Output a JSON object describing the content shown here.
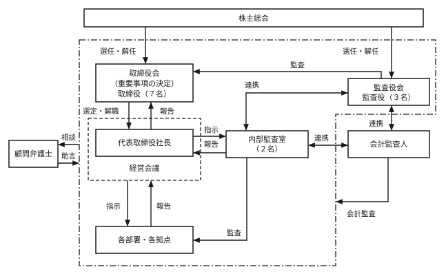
{
  "nodes": {
    "shareholders": "株主総会",
    "board": [
      "取締役会",
      "（重要事項の決定）",
      "取締役（７名）"
    ],
    "president": "代表取締役社長",
    "management_meeting": "経営会議",
    "internal_audit": [
      "内部監査室",
      "（２名）"
    ],
    "audit_board": [
      "監査役会",
      "監査役（３名）"
    ],
    "accounting_auditor": "会計監査人",
    "departments": "各部署・各拠点",
    "legal_advisor": "顧問弁護士"
  },
  "labels": {
    "elect_dismiss_left": "選任・解任",
    "elect_dismiss_right": "選任・解任",
    "audit_top": "監査",
    "coordination_top": "連携",
    "select_dismiss": "選定・解職",
    "report_board": "報告",
    "instruct_audit": "指示",
    "report_audit": "報告",
    "coordination_mid": "連携",
    "coordination_right": "連携",
    "consult": "相談",
    "advice": "助言",
    "instruct_dept": "指示",
    "report_dept": "報告",
    "audit_dept": "監査",
    "accounting_audit": "会計監査"
  }
}
